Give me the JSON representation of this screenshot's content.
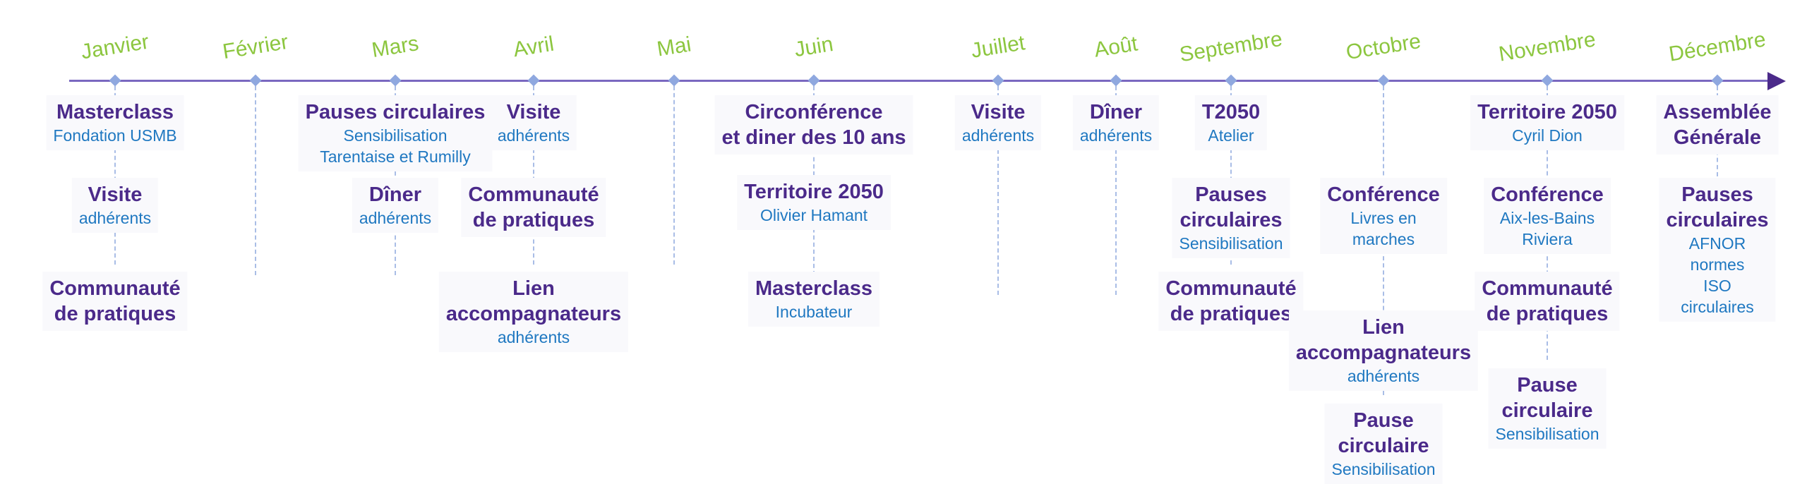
{
  "colors": {
    "axis": "#7a68c0",
    "arrow": "#4b2a8a",
    "month": "#8cc63f",
    "title": "#4b2a8a",
    "subtitle": "#1f78c1",
    "marker": "#8fa8df"
  },
  "months": [
    {
      "name": "Janvier",
      "events": [
        {
          "title": "Masterclass",
          "subtitle": "Fondation USMB"
        },
        {
          "title": "Visite",
          "subtitle": "adhérents"
        },
        {
          "title": "Communauté\nde pratiques",
          "subtitle": ""
        }
      ]
    },
    {
      "name": "Février",
      "events": []
    },
    {
      "name": "Mars",
      "events": [
        {
          "title": "Pauses circulaires",
          "subtitle": "Sensibilisation\nTarentaise et Rumilly"
        },
        {
          "title": "Dîner",
          "subtitle": "adhérents"
        }
      ]
    },
    {
      "name": "Avril",
      "events": [
        {
          "title": "Visite",
          "subtitle": "adhérents"
        },
        {
          "title": "Communauté\nde pratiques",
          "subtitle": ""
        },
        {
          "title": "Lien\naccompagnateurs",
          "subtitle": "adhérents"
        }
      ]
    },
    {
      "name": "Mai",
      "events": []
    },
    {
      "name": "Juin",
      "events": [
        {
          "title": "Circonférence\net diner des 10 ans",
          "subtitle": ""
        },
        {
          "title": "Territoire 2050",
          "subtitle": "Olivier Hamant"
        },
        {
          "title": "Masterclass",
          "subtitle": "Incubateur"
        }
      ]
    },
    {
      "name": "Juillet",
      "events": [
        {
          "title": "Visite",
          "subtitle": "adhérents"
        }
      ]
    },
    {
      "name": "Août",
      "events": [
        {
          "title": "Dîner",
          "subtitle": "adhérents"
        }
      ]
    },
    {
      "name": "Septembre",
      "events": [
        {
          "title": "T2050",
          "subtitle": "Atelier"
        },
        {
          "title": "Pauses\ncirculaires",
          "subtitle": "Sensibilisation"
        },
        {
          "title": "Communauté\nde pratiques",
          "subtitle": ""
        }
      ]
    },
    {
      "name": "Octobre",
      "events": [
        {
          "title": "Conférence",
          "subtitle": "Livres en\nmarches"
        },
        {
          "title": "Lien\naccompagnateurs",
          "subtitle": "adhérents"
        },
        {
          "title": "Pause\ncirculaire",
          "subtitle": "Sensibilisation"
        }
      ]
    },
    {
      "name": "Novembre",
      "events": [
        {
          "title": "Territoire 2050",
          "subtitle": "Cyril Dion"
        },
        {
          "title": "Conférence",
          "subtitle": "Aix-les-Bains\nRiviera"
        },
        {
          "title": "Communauté\nde pratiques",
          "subtitle": ""
        },
        {
          "title": "Pause\ncirculaire",
          "subtitle": "Sensibilisation"
        }
      ]
    },
    {
      "name": "Décembre",
      "events": [
        {
          "title": "Assemblée\nGénérale",
          "subtitle": ""
        },
        {
          "title": "Pauses\ncirculaires",
          "subtitle": "AFNOR normes\nISO circulaires"
        }
      ]
    }
  ]
}
